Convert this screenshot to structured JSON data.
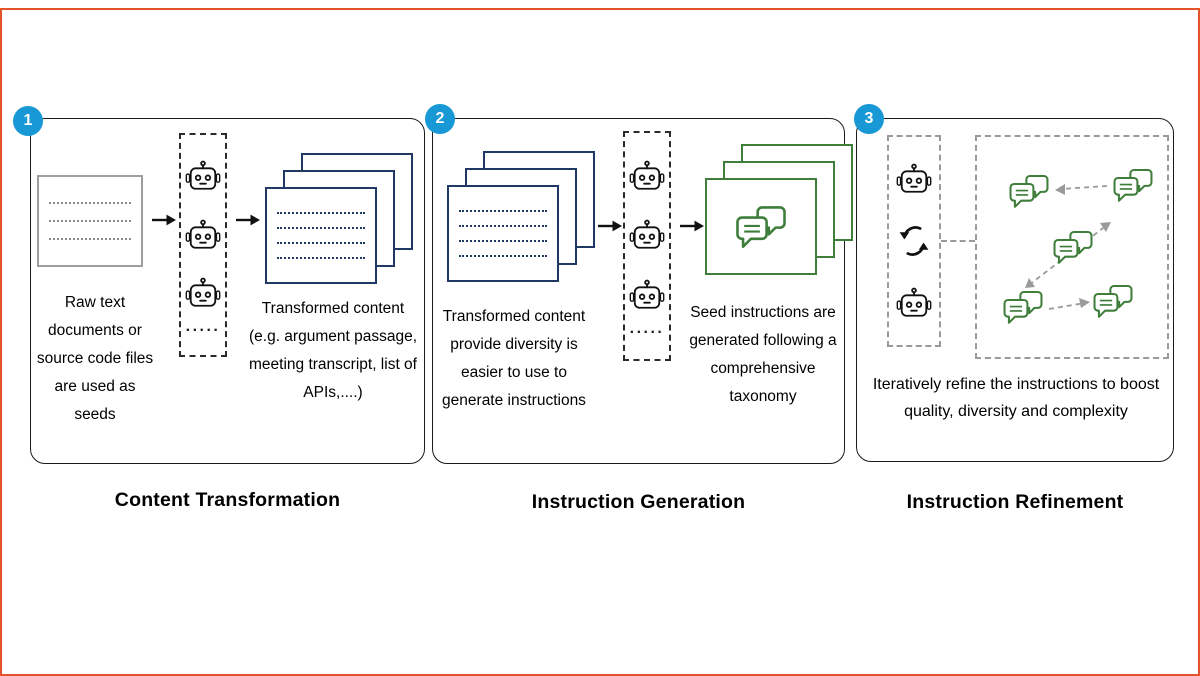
{
  "figure": {
    "colors": {
      "frame": "#E4532C",
      "badge": "#1899D6",
      "navy": "#1F3864",
      "green": "#3E7D3A"
    },
    "stages": [
      {
        "badge": "1",
        "title": "Content Transformation",
        "caption_left": "Raw text documents or source code files are used as seeds",
        "caption_right": "Transformed content (e.g. argument passage, meeting transcript, list of APIs,....)",
        "agent_dots": "....."
      },
      {
        "badge": "2",
        "title": "Instruction Generation",
        "caption_left": "Transformed content provide diversity is easier to use to generate instructions",
        "caption_right": "Seed instructions are generated following a comprehensive taxonomy",
        "agent_dots": "....."
      },
      {
        "badge": "3",
        "title": "Instruction Refinement",
        "caption": "Iteratively refine the instructions to boost quality, diversity and complexity"
      }
    ]
  }
}
